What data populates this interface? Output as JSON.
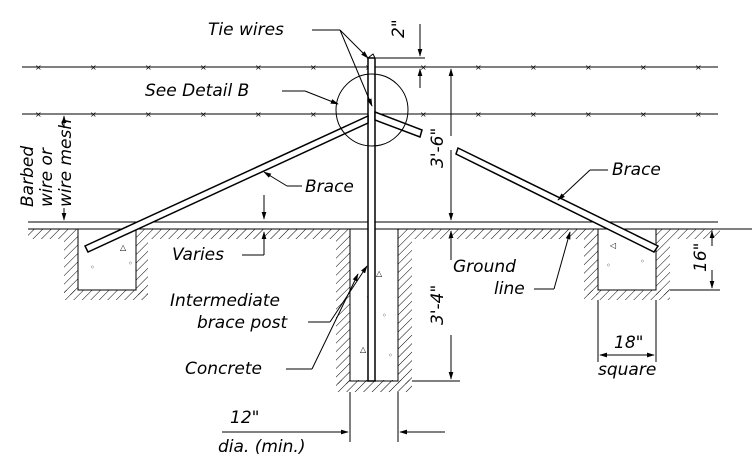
{
  "labels": {
    "tie_wires": "Tie wires",
    "see_detail": "See Detail B",
    "barbed_line1": "Barbed",
    "barbed_line2": "wire or",
    "barbed_line3": "wire mesh",
    "brace_left": "Brace",
    "brace_right": "Brace",
    "varies": "Varies",
    "intermediate_line1": "Intermediate",
    "intermediate_line2": "brace post",
    "concrete": "Concrete",
    "ground_line1": "Ground",
    "ground_line2": "line"
  },
  "dimensions": {
    "top_offset": "2\"",
    "upper_height": "3'-6\"",
    "lower_depth": "3'-4\"",
    "footing_depth": "16\"",
    "footing_width_line1": "18\"",
    "footing_width_line2": "square",
    "post_dia_line1": "12\"",
    "post_dia_line2": "dia. (min.)"
  },
  "colors": {
    "line": "#000000",
    "background": "#ffffff"
  }
}
